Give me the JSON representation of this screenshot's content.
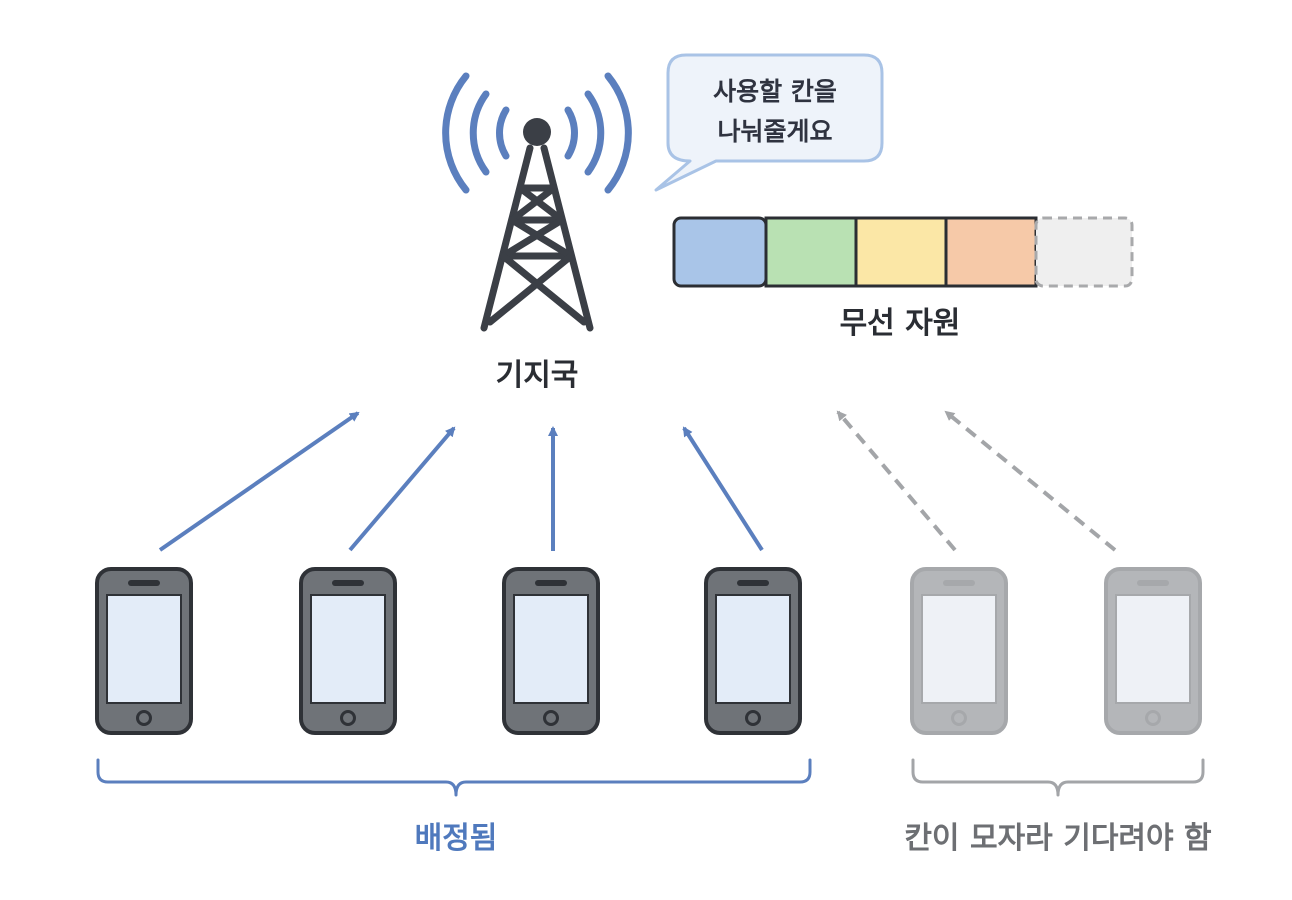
{
  "tower": {
    "label": "기지국"
  },
  "bubble": {
    "line1": "사용할 칸을",
    "line2": "나눠줄게요"
  },
  "resource": {
    "label": "무선 자원",
    "slots": [
      {
        "color": "#a9c5e8",
        "state": "used"
      },
      {
        "color": "#b9e1b3",
        "state": "used"
      },
      {
        "color": "#fbe7a6",
        "state": "used"
      },
      {
        "color": "#f6c9a8",
        "state": "used"
      },
      {
        "color": "#efefef",
        "state": "empty"
      }
    ]
  },
  "phones": [
    {
      "status": "assigned"
    },
    {
      "status": "assigned"
    },
    {
      "status": "assigned"
    },
    {
      "status": "assigned"
    },
    {
      "status": "waiting"
    },
    {
      "status": "waiting"
    }
  ],
  "groups": {
    "assigned_label": "배정됨",
    "waiting_label": "칸이 모자라 기다려야 함"
  },
  "colors": {
    "accent": "#5b7fbe",
    "signal": "#5b7fbe",
    "dark": "#3b3f46",
    "muted": "#9a9c9f"
  }
}
